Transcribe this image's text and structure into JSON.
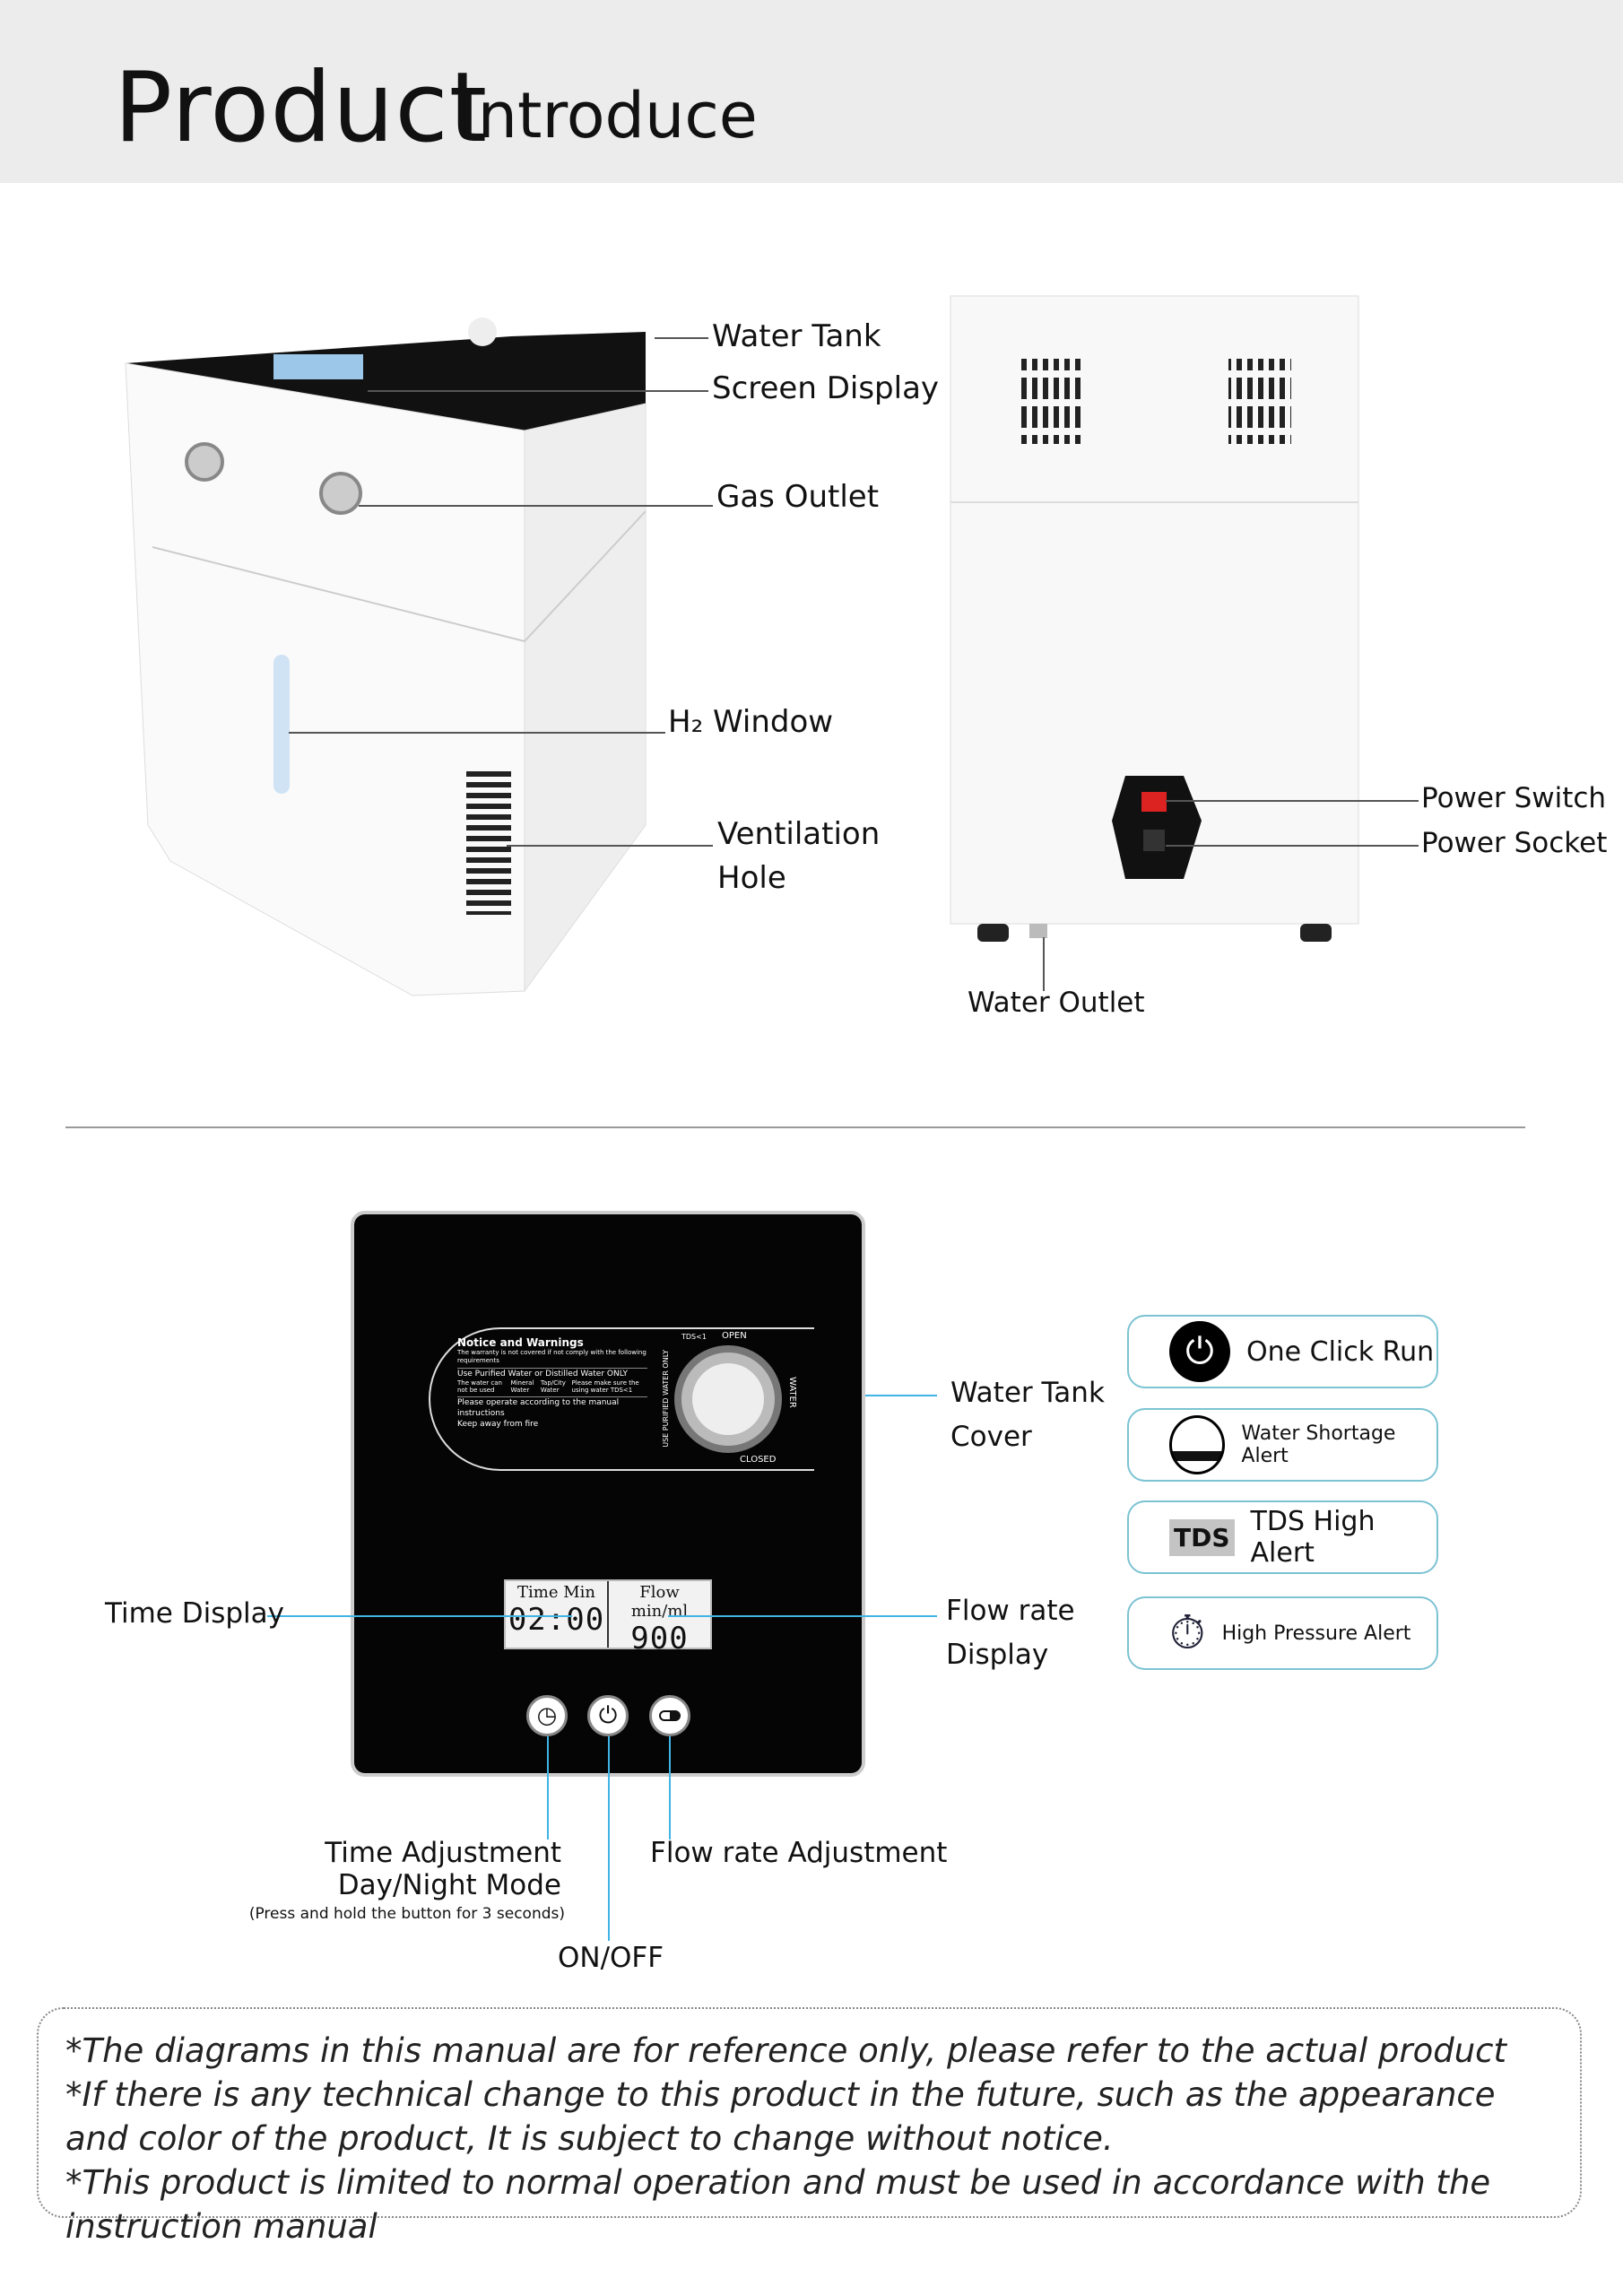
{
  "header": {
    "title_main": "Product",
    "title_sub": "Introduce"
  },
  "front_view": {
    "labels": {
      "water_tank": "Water Tank",
      "screen_display": "Screen Display",
      "gas_outlet": "Gas Outlet",
      "h2_window": "H₂ Window",
      "ventilation_1": "Ventilation",
      "ventilation_2": "Hole"
    }
  },
  "back_view": {
    "labels": {
      "power_switch": "Power Switch",
      "power_socket": "Power Socket",
      "water_outlet": "Water Outlet"
    }
  },
  "panel": {
    "notice": {
      "title": "Notice and Warnings",
      "subtitle": "The warranty is not covered if not comply with the following requirements",
      "rule": "Use Purified Water or Distilled Water ONLY",
      "cannot_use": "The water can not be used",
      "mineral": "Mineral Water",
      "tap": "Tap/City Water",
      "tds_note": "Please make sure the using water TDS<1",
      "bullet1": "Please operate according to the manual instructions",
      "bullet2": "Keep away from fire"
    },
    "dial": {
      "open": "OPEN",
      "closed": "CLOSED",
      "water": "WATER",
      "ring": "USE PURIFIED WATER ONLY",
      "tds": "TDS<1"
    },
    "lcd": {
      "time_header": "Time  Min",
      "time_value": "02:00",
      "flow_header": "Flow min/ml",
      "flow_value": "900"
    },
    "labels": {
      "water_tank_cover_1": "Water Tank",
      "water_tank_cover_2": "Cover",
      "time_display": "Time Display",
      "flow_display_1": "Flow rate",
      "flow_display_2": "Display",
      "time_adj": "Time Adjustment",
      "day_night": "Day/Night Mode",
      "press_hold": "(Press and hold the button for 3 seconds)",
      "flow_adj": "Flow rate Adjustment",
      "on_off": "ON/OFF"
    }
  },
  "alerts": [
    {
      "icon": "power-icon",
      "label": "One Click Run"
    },
    {
      "icon": "water-shortage-icon",
      "label": "Water Shortage Alert"
    },
    {
      "icon": "tds-icon",
      "icon_text": "TDS",
      "label": "TDS High Alert"
    },
    {
      "icon": "stopwatch-icon",
      "label": "High Pressure Alert"
    }
  ],
  "disclaimer": [
    "*The diagrams in this manual are for reference only, please refer to the actual product",
    "*If there is any technical change to this product in the future, such as the appearance and color of the product, It is subject to change without notice.",
    "*This product is limited to normal operation and must be used in accordance with the instruction manual"
  ],
  "colors": {
    "accent_line": "#3fb4e5",
    "alert_border": "#7cc3d3",
    "header_bg": "#ececec"
  }
}
